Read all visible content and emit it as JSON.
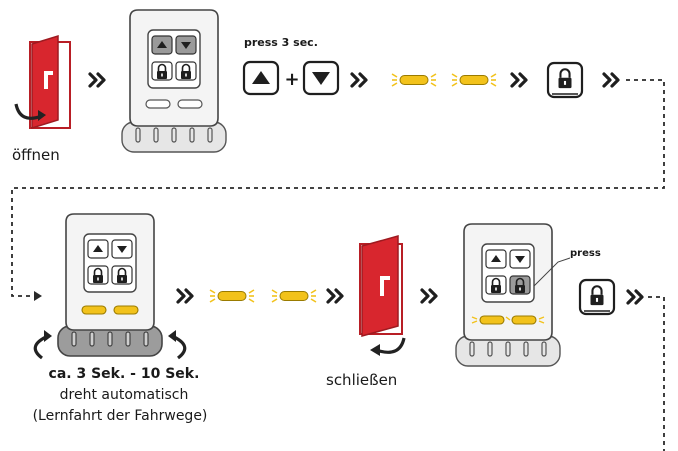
{
  "step_open": {
    "label": "öffnen"
  },
  "step_learn": {
    "instruction": "press 3 sec.",
    "plus": "+",
    "duration": "ca. 3 Sek. - 10 Sek.",
    "action": "dreht automatisch",
    "note": "(Lernfahrt der Fahrwege)"
  },
  "step_close": {
    "label": "schließen"
  },
  "step_confirm": {
    "instruction": "press"
  },
  "icons": {
    "door": "door-open-icon",
    "remote": "remote-control-icon",
    "up": "arrow-up-button-icon",
    "down": "arrow-down-button-icon",
    "lock": "padlock-button-icon",
    "led": "blinking-led-icon",
    "flow": "double-chevron-icon"
  },
  "colors": {
    "door_red": "#d8262e",
    "led_yellow": "#f2c21b",
    "knob_grey": "#9c9c9c",
    "line": "#2a2a2a"
  }
}
